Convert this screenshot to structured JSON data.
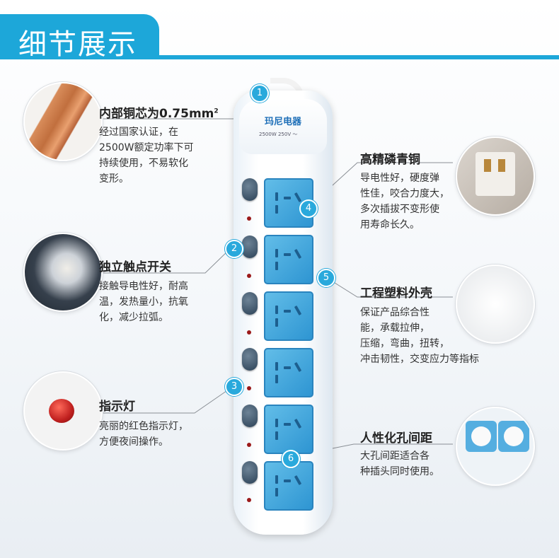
{
  "header": {
    "title": "细节展示"
  },
  "colors": {
    "accent": "#1da7d9",
    "socket": "#3aa3dd",
    "led": "#c0201f"
  },
  "product": {
    "brand": "玛尼电器",
    "rating": "2500W 250V ～"
  },
  "features": [
    {
      "num": "1",
      "title": "内部铜芯为0.75mm",
      "sup": "2",
      "desc": [
        "经过国家认证，在",
        "2500W额定功率下可",
        "持续使用，不易软化",
        "变形。"
      ]
    },
    {
      "num": "2",
      "title": "独立触点开关",
      "desc": [
        "接触导电性好，耐高",
        "温，发热量小，抗氧",
        "化，减少拉弧。"
      ]
    },
    {
      "num": "3",
      "title": "指示灯",
      "desc": [
        "亮丽的红色指示灯，",
        "方便夜间操作。"
      ]
    },
    {
      "num": "4",
      "title": "高精磷青铜",
      "desc": [
        "导电性好，硬度弹",
        "性佳，咬合力度大，",
        "多次插拔不变形使",
        "用寿命长久。"
      ]
    },
    {
      "num": "5",
      "title": "工程塑料外壳",
      "desc": [
        "保证产品综合性",
        "能，承载拉伸，",
        "压缩，弯曲，扭转，",
        "冲击韧性，交变应力等指标"
      ]
    },
    {
      "num": "6",
      "title": "人性化孔间距",
      "desc": [
        "大孔间距适合各",
        "种插头同时使用。"
      ]
    }
  ]
}
